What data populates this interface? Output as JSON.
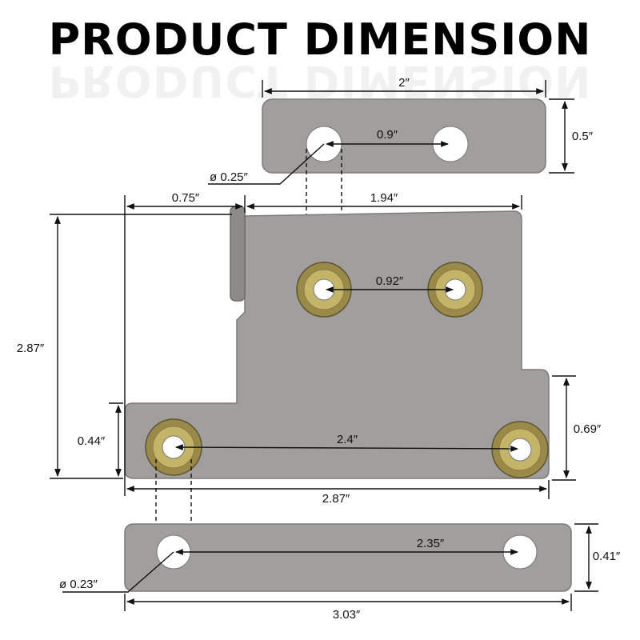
{
  "title": "PRODUCT DIMENSION",
  "colors": {
    "plate": "#a19e9e",
    "plate_edge": "#7d7a7a",
    "hole": "#ffffff",
    "nut_outer": "#9a8a4a",
    "nut_inner": "#c4b468",
    "dimension_line": "#111111"
  },
  "top_plate": {
    "width": "2″",
    "height": "0.5″",
    "hole_spacing": "0.9″",
    "hole_diameter": "ø 0.25″"
  },
  "main_plate": {
    "flange_offset": "0.75″",
    "top_width": "1.94″",
    "height": "2.87″",
    "upper_nut_spacing": "0.92″",
    "lower_nut_spacing": "2.4″",
    "left_step_height": "0.44″",
    "right_step_height": "0.69″",
    "bottom_width": "2.87″"
  },
  "bottom_plate": {
    "hole_spacing": "2.35″",
    "height": "0.41″",
    "hole_diameter": "ø 0.23″",
    "width": "3.03″"
  }
}
